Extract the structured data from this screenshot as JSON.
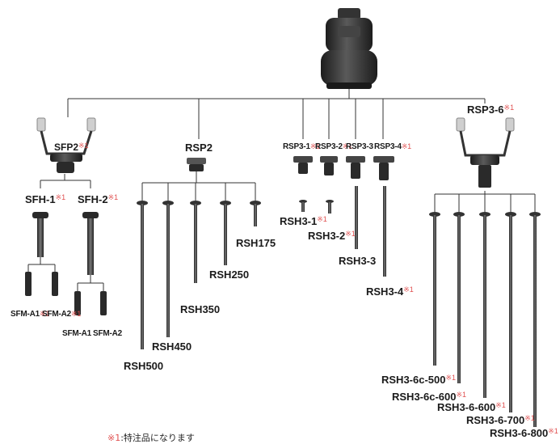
{
  "marker": "※1",
  "footnote": {
    "marker": "※1",
    "text": ":特注品になります"
  },
  "colors": {
    "line": "#333333",
    "marker": "#e05050",
    "part": "#2a2a2a"
  },
  "labels": {
    "sfp2": "SFP2",
    "rsp2": "RSP2",
    "rsp3_1": "RSP3-1",
    "rsp3_2": "RSP3-2",
    "rsp3_3": "RSP3-3",
    "rsp3_4": "RSP3-4",
    "rsp3_6": "RSP3-6",
    "sfh1": "SFH-1",
    "sfh2": "SFH-2",
    "sfm_a1_top": "SFM-A1",
    "sfm_a2_top": "SFM-A2",
    "sfm_a1": "SFM-A1",
    "sfm_a2": "SFM-A2",
    "rsh500": "RSH500",
    "rsh450": "RSH450",
    "rsh350": "RSH350",
    "rsh250": "RSH250",
    "rsh175": "RSH175",
    "rsh3_1": "RSH3-1",
    "rsh3_2": "RSH3-2",
    "rsh3_3": "RSH3-3",
    "rsh3_4": "RSH3-4",
    "rsh3_6c_500": "RSH3-6c-500",
    "rsh3_6c_600": "RSH3-6c-600",
    "rsh3_6_600": "RSH3-6-600",
    "rsh3_6_700": "RSH3-6-700",
    "rsh3_6_800": "RSH3-6-800"
  }
}
